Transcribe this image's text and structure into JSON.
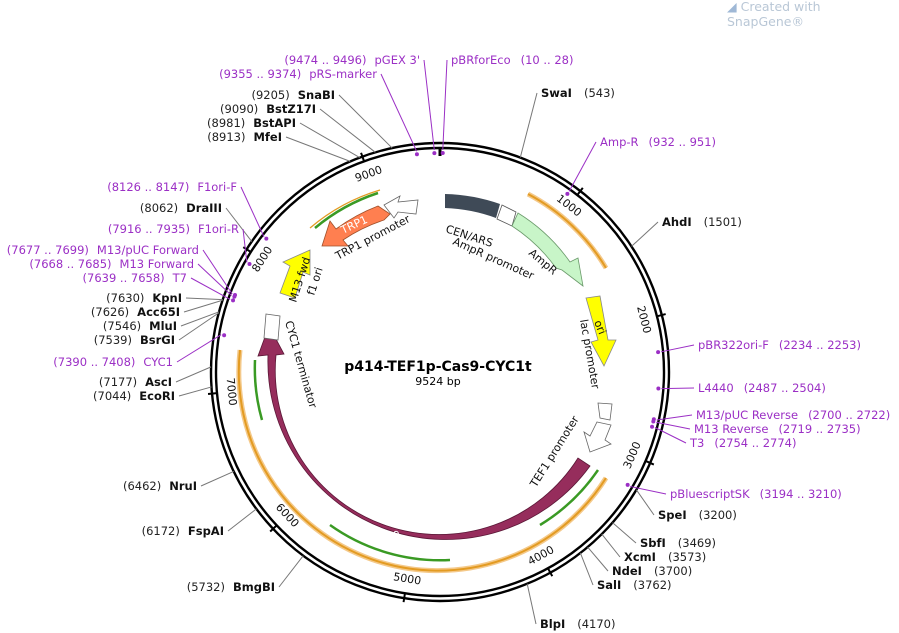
{
  "watermark": "Created with SnapGene®",
  "plasmid": {
    "name": "p414-TEF1p-Cas9-CYC1t",
    "size_label": "9524 bp",
    "total": 9524
  },
  "ticks": [
    {
      "bp": 1000,
      "label": "1000"
    },
    {
      "bp": 2000,
      "label": "2000"
    },
    {
      "bp": 3000,
      "label": "3000"
    },
    {
      "bp": 4000,
      "label": "4000"
    },
    {
      "bp": 5000,
      "label": "5000"
    },
    {
      "bp": 6000,
      "label": "6000"
    },
    {
      "bp": 7000,
      "label": "7000"
    },
    {
      "bp": 8000,
      "label": "8000"
    },
    {
      "bp": 9000,
      "label": "9000"
    }
  ],
  "enzymes": [
    {
      "name": "SwaI",
      "pos": "(543)",
      "bp": 543
    },
    {
      "name": "AhdI",
      "pos": "(1501)",
      "bp": 1501
    },
    {
      "name": "SpeI",
      "pos": "(3200)",
      "bp": 3200
    },
    {
      "name": "SbfI",
      "pos": "(3469)",
      "bp": 3469
    },
    {
      "name": "XcmI",
      "pos": "(3573)",
      "bp": 3573
    },
    {
      "name": "NdeI",
      "pos": "(3700)",
      "bp": 3700
    },
    {
      "name": "SalI",
      "pos": "(3762)",
      "bp": 3762
    },
    {
      "name": "BlpI",
      "pos": "(4170)",
      "bp": 4170
    },
    {
      "name": "BmgBI",
      "pos": "(5732)",
      "bp": 5732
    },
    {
      "name": "FspAI",
      "pos": "(6172)",
      "bp": 6172
    },
    {
      "name": "NruI",
      "pos": "(6462)",
      "bp": 6462
    },
    {
      "name": "EcoRI",
      "pos": "(7044)",
      "bp": 7044
    },
    {
      "name": "AscI",
      "pos": "(7177)",
      "bp": 7177
    },
    {
      "name": "BsrGI",
      "pos": "(7539)",
      "bp": 7539
    },
    {
      "name": "MluI",
      "pos": "(7546)",
      "bp": 7546
    },
    {
      "name": "Acc65I",
      "pos": "(7626)",
      "bp": 7626
    },
    {
      "name": "KpnI",
      "pos": "(7630)",
      "bp": 7630
    },
    {
      "name": "DraIII",
      "pos": "(8062)",
      "bp": 8062
    },
    {
      "name": "MfeI",
      "pos": "(8913)",
      "bp": 8913
    },
    {
      "name": "BstAPI",
      "pos": "(8981)",
      "bp": 8981
    },
    {
      "name": "BstZ17I",
      "pos": "(9090)",
      "bp": 9090
    },
    {
      "name": "SnaBI",
      "pos": "(9205)",
      "bp": 9205
    }
  ],
  "primers": [
    {
      "name": "pBRforEco",
      "range": "(10 .. 28)",
      "bp": 19
    },
    {
      "name": "pGEX 3'",
      "range": "(9474 .. 9496)",
      "bp": 9485
    },
    {
      "name": "pRS-marker",
      "range": "(9355 .. 9374)",
      "bp": 9364
    },
    {
      "name": "Amp-R",
      "range": "(932 .. 951)",
      "bp": 941
    },
    {
      "name": "pBR322ori-F",
      "range": "(2234 .. 2253)",
      "bp": 2243
    },
    {
      "name": "L4440",
      "range": "(2487 .. 2504)",
      "bp": 2495
    },
    {
      "name": "M13/pUC Reverse",
      "range": "(2700 .. 2722)",
      "bp": 2711
    },
    {
      "name": "M13 Reverse",
      "range": "(2719 .. 2735)",
      "bp": 2727
    },
    {
      "name": "T3",
      "range": "(2754 .. 2774)",
      "bp": 2764
    },
    {
      "name": "pBluescriptSK",
      "range": "(3194 .. 3210)",
      "bp": 3202
    },
    {
      "name": "F1ori-F",
      "range": "(8126 .. 8147)",
      "bp": 8136
    },
    {
      "name": "F1ori-R",
      "range": "(7916 .. 7935)",
      "bp": 7925
    },
    {
      "name": "M13/pUC Forward",
      "range": "(7677 .. 7699)",
      "bp": 7688
    },
    {
      "name": "M13 Forward",
      "range": "(7668 .. 7685)",
      "bp": 7676
    },
    {
      "name": "T7",
      "range": "(7639 .. 7658)",
      "bp": 7648
    },
    {
      "name": "CYC1",
      "range": "(7390 .. 7408)",
      "bp": 7399
    }
  ],
  "features": {
    "cen_ars": "CEN/ARS",
    "ampr_promoter": "AmpR promoter",
    "ampr": "AmpR",
    "ori": "ori",
    "lac_promoter": "lac promoter",
    "tef1_promoter": "TEF1 promoter",
    "cas9": "Cas9",
    "cyc1_terminator": "CYC1 terminator",
    "m13_fwd": "M13 fwd",
    "f1_ori": "f1 ori",
    "trp1": "TRP1",
    "trp1_promoter": "TRP1 promoter"
  },
  "colors": {
    "cen_ars": "#3f4a57",
    "ampr": "#c8f5c8",
    "ori": "#ffff00",
    "tef1": "#ffffff",
    "cas9": "#962d5c",
    "trp1": "#ff7f50",
    "f1ori": "#ffff00",
    "primer": "#9b2fc5",
    "orf": "#ffa500"
  }
}
